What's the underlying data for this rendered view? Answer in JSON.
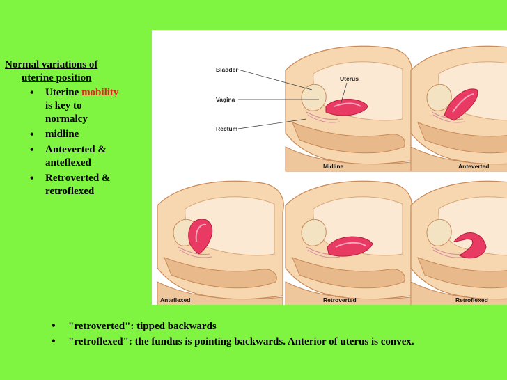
{
  "left_panel": {
    "heading_line1": "Normal variations of",
    "heading_line2": "uterine position",
    "bullets": {
      "b0_prefix": "Uterine ",
      "b0_highlight": "mobility",
      "b0_rest1": "is key to",
      "b0_rest2": "normalcy",
      "b1": "midline",
      "b2_line1": "Anteverted &",
      "b2_line2": "anteflexed",
      "b3_line1": "Retroverted &",
      "b3_line2": "retroflexed"
    },
    "highlight_color": "#e0241b"
  },
  "figure": {
    "labels": {
      "bladder": "Bladder",
      "uterus": "Uterus",
      "vagina": "Vagina",
      "rectum": "Rectum"
    },
    "captions": {
      "midline": "Midline",
      "anteverted": "Anteverted",
      "anteflexed": "Anteflexed",
      "retroverted": "Retroverted",
      "retroflexed": "Retroflexed"
    },
    "colors": {
      "background": "#7ff542",
      "tissue": "#f6d7b0",
      "tissue_dark": "#e8b98a",
      "organ": "#e83a63",
      "organ_light": "#f7a7bd"
    }
  },
  "bottom_notes": [
    "\"retroverted\": tipped backwards",
    "\"retroflexed\": the fundus is pointing backwards. Anterior of uterus is convex."
  ]
}
